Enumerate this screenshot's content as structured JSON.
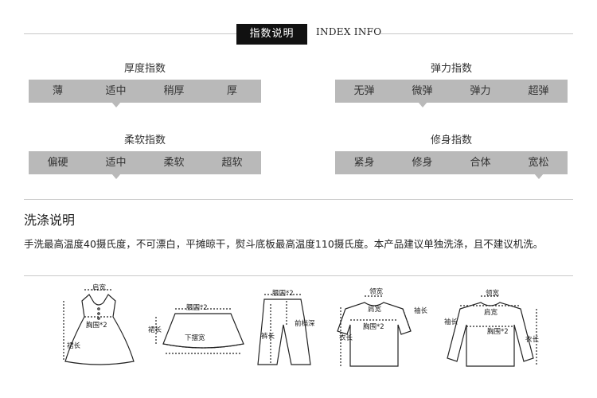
{
  "header": {
    "title_cn": "指数说明",
    "title_en": "INDEX INFO"
  },
  "indexes": [
    {
      "label": "厚度指数",
      "levels": [
        "薄",
        "适中",
        "稍厚",
        "厚"
      ],
      "selected": 1
    },
    {
      "label": "弹力指数",
      "levels": [
        "无弹",
        "微弹",
        "弹力",
        "超弹"
      ],
      "selected": 1
    },
    {
      "label": "柔软指数",
      "levels": [
        "偏硬",
        "适中",
        "柔软",
        "超软"
      ],
      "selected": 1
    },
    {
      "label": "修身指数",
      "levels": [
        "紧身",
        "修身",
        "合体",
        "宽松"
      ],
      "selected": 3
    }
  ],
  "wash": {
    "title": "洗涤说明",
    "text": "手洗最高温度40摄氏度，不可漂白，平摊晾干，熨斗底板最高温度110摄氏度。本产品建议单独洗涤，且不建议机洗。"
  },
  "size_labels": {
    "dress": {
      "shoulder": "肩宽",
      "chest": "胸围*2",
      "length": "裙长"
    },
    "skirt": {
      "waist": "腰围*2",
      "length": "裙长",
      "hem": "下摆宽"
    },
    "pants": {
      "waist": "腰围*2",
      "rise": "前档深",
      "length": "裤长"
    },
    "tee": {
      "collar": "领宽",
      "sleeve": "袖长",
      "shoulder": "肩宽",
      "chest": "胸围*2",
      "length": "衣长"
    },
    "longsleeve": {
      "collar": "领宽",
      "shoulder": "肩宽",
      "sleeve": "袖长",
      "chest": "胸围*2",
      "length": "衣长"
    }
  }
}
